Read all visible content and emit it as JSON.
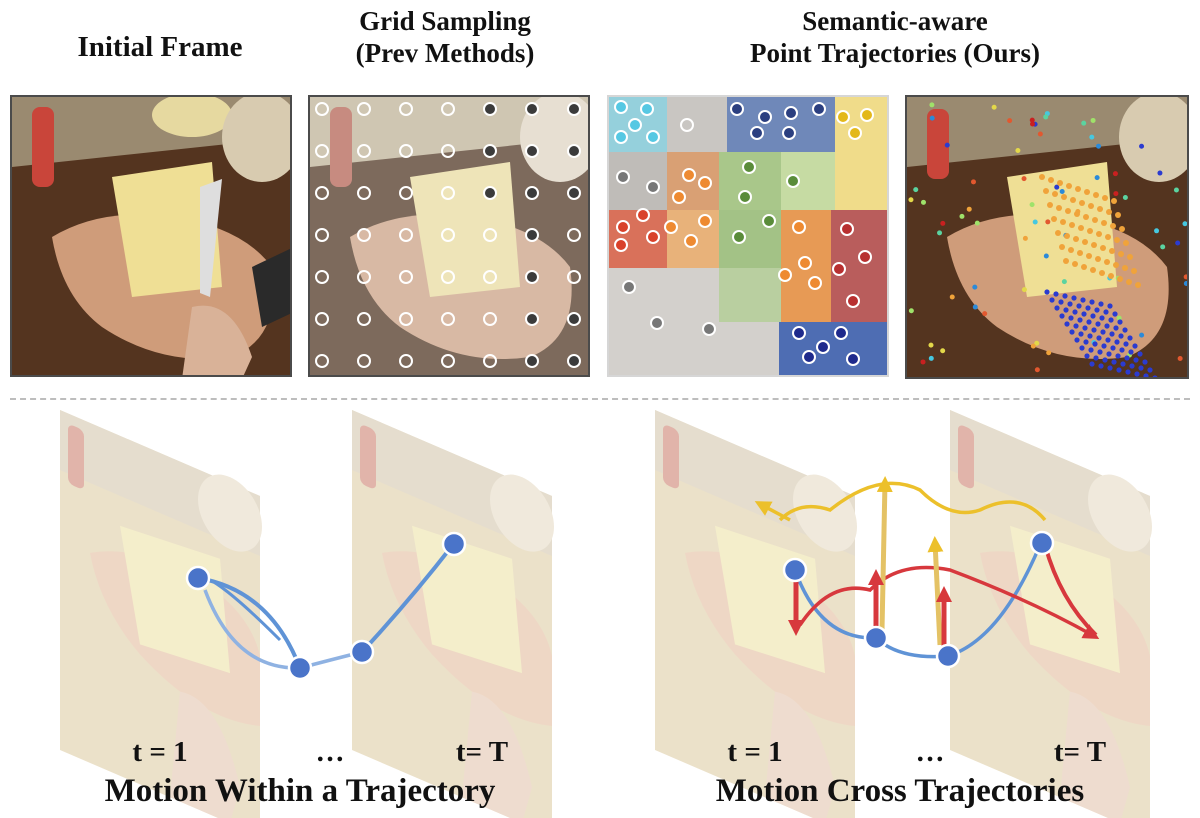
{
  "top": {
    "initial_title": "Initial Frame",
    "grid_title_1": "Grid Sampling",
    "grid_title_2": "(Prev Methods)",
    "ours_title_1": "Semantic-aware",
    "ours_title_2": "Point Trajectories (Ours)"
  },
  "bottom": {
    "left_t_start": "t = 1",
    "left_ellipsis": "…",
    "left_t_end": "t= T",
    "left_caption": "Motion Within a Trajectory",
    "right_t_start": "t = 1",
    "right_ellipsis": "…",
    "right_t_end": "t= T",
    "right_caption": "Motion Cross Trajectories"
  },
  "colors": {
    "point_blue": "#4a74c9",
    "traj_yellow": "#ecc02b",
    "traj_red": "#d7383d",
    "traj_blue": "#5f93d6",
    "dot_dark": "#3b3b3b"
  }
}
